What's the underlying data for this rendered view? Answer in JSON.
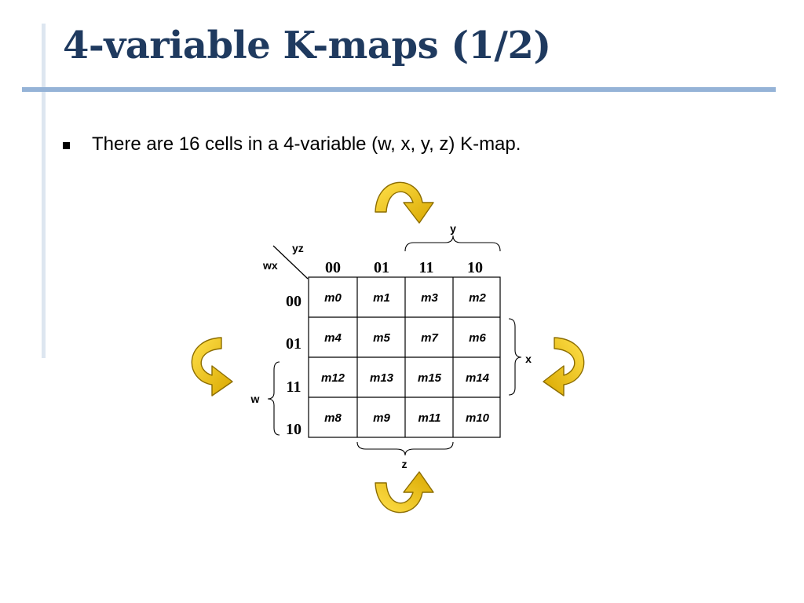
{
  "slide": {
    "title": "4-variable K-maps (1/2)",
    "bullet": "There are 16 cells in a 4-variable (w, x, y, z) K-map."
  },
  "kmap": {
    "corner_row_var": "wx",
    "corner_col_var": "yz",
    "col_codes": [
      "00",
      "01",
      "11",
      "10"
    ],
    "row_codes": [
      "00",
      "01",
      "11",
      "10"
    ],
    "cells": [
      [
        "m0",
        "m1",
        "m3",
        "m2"
      ],
      [
        "m4",
        "m5",
        "m7",
        "m6"
      ],
      [
        "m12",
        "m13",
        "m15",
        "m14"
      ],
      [
        "m8",
        "m9",
        "m11",
        "m10"
      ]
    ],
    "brace_labels": {
      "top": "y",
      "right": "x",
      "left": "w",
      "bottom": "z"
    }
  },
  "colors": {
    "title": "#1f3a5f",
    "rule": "#95b3d7",
    "arrow_fill": "#f2c200",
    "arrow_stroke": "#8c6d00"
  },
  "icons": [
    "wraparound-arrow-icon"
  ]
}
